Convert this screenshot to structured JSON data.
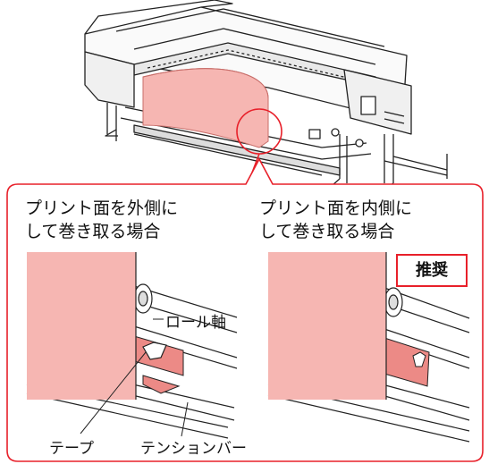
{
  "panels": {
    "left": {
      "caption": "プリント面を外側に\nして巻き取る場合",
      "labels": {
        "roll_shaft": "ロール軸",
        "tape": "テープ",
        "tension_bar": "テンションバー"
      }
    },
    "right": {
      "caption": "プリント面を内側に\nして巻き取る場合",
      "badge": "推奨"
    }
  },
  "colors": {
    "media": "#f6b6b2",
    "media_dark": "#ec8a86",
    "callout_border": "#e8202a",
    "line": "#222222"
  }
}
